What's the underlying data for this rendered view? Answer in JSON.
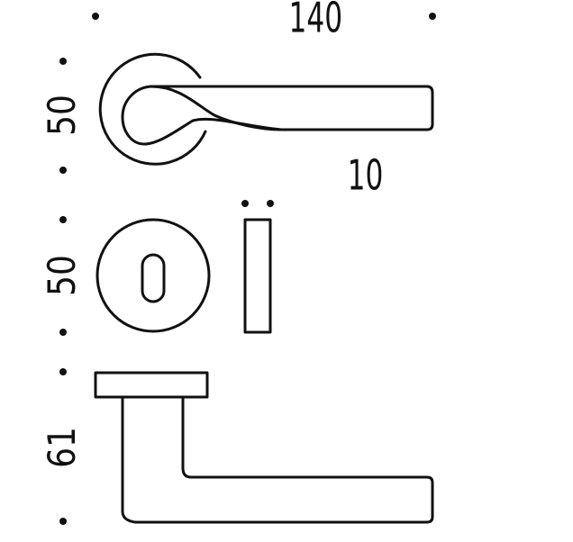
{
  "dimensions": {
    "width_total": "140",
    "rose_height": "50",
    "escutcheon_height": "50",
    "escutcheon_thickness": "10",
    "handle_projection": "61"
  },
  "colors": {
    "line": "#111111",
    "background": "#ffffff"
  }
}
